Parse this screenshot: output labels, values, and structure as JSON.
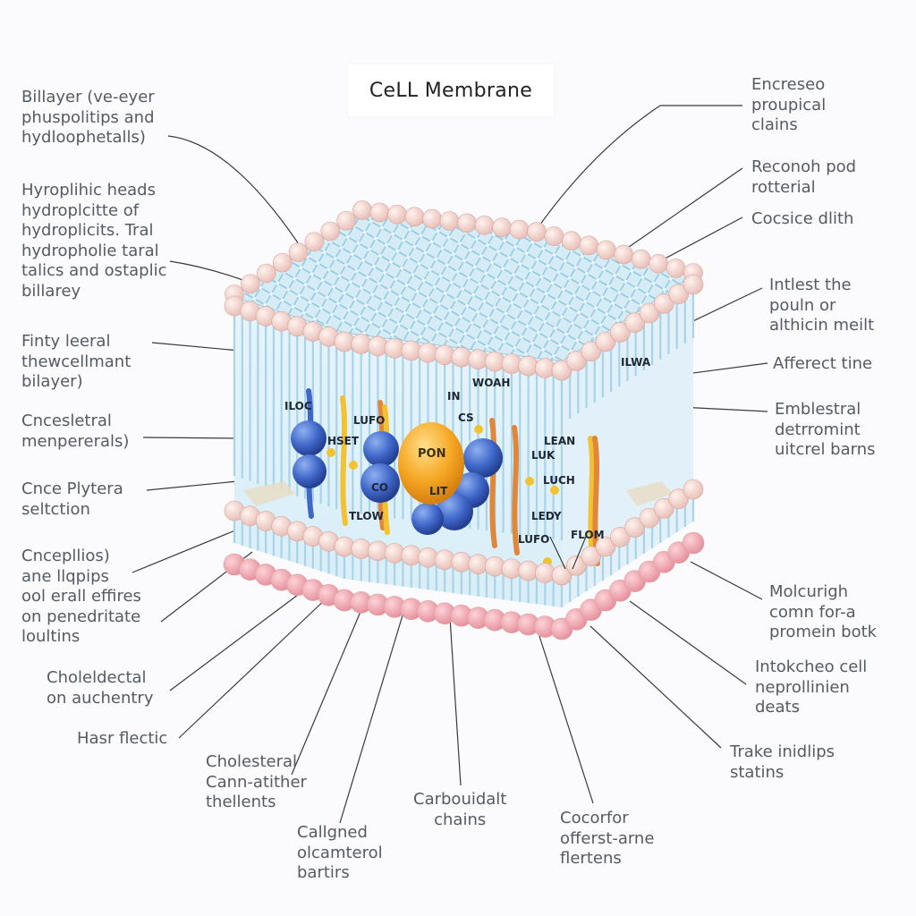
{
  "title": "CeLL Membrane",
  "colors": {
    "background": "#fbfbfd",
    "head_upper": "#f2d2cc",
    "head_lower": "#f0a9b3",
    "tail": "#bfe1f0",
    "protein_blue": "#3f66c8",
    "protein_orange": "#f5a623",
    "cholesterol_yellow": "#f2c230",
    "filament_orange": "#e0873a",
    "leader": "#3a3a3a"
  },
  "left_labels": [
    {
      "id": "l1",
      "lines": [
        "Billayer (ve-eyer",
        "phuspolitips and",
        "hydloophetalls)"
      ]
    },
    {
      "id": "l2",
      "lines": [
        "Hyroplihic heads",
        "hydroplcitte of",
        "hydroplicits. Tral",
        "hydropholie taral",
        "talics and ostaplic",
        "billarey"
      ]
    },
    {
      "id": "l3",
      "lines": [
        "Finty leeral",
        "thewcellmant",
        "bilayer)"
      ]
    },
    {
      "id": "l4",
      "lines": [
        "Cncesletral",
        "menpererals)"
      ]
    },
    {
      "id": "l5",
      "lines": [
        "Cnce Plytera",
        "seltction"
      ]
    },
    {
      "id": "l6",
      "lines": [
        "Cncepllios)",
        "ane llqpips",
        "ool erall effires",
        "on penedritate",
        "loultins"
      ]
    },
    {
      "id": "l7",
      "lines": [
        "Choleldectal",
        "on auchentry"
      ]
    },
    {
      "id": "l8",
      "lines": [
        "Hasr flectic"
      ]
    }
  ],
  "bottom_labels": [
    {
      "id": "b1",
      "lines": [
        "Cholesteral",
        "Cann-atither",
        "thellents"
      ]
    },
    {
      "id": "b2",
      "lines": [
        "Callgned",
        "olcamterol",
        "bartirs"
      ]
    },
    {
      "id": "b3",
      "lines": [
        "Carbouidalt",
        "chains"
      ]
    },
    {
      "id": "b4",
      "lines": [
        "Cocorfor",
        "offerst-arne",
        "flertens"
      ]
    }
  ],
  "right_labels": [
    {
      "id": "r1",
      "lines": [
        "Encreseo",
        "proupical",
        "clains"
      ]
    },
    {
      "id": "r2",
      "lines": [
        "Reconoh pod",
        "rotterial"
      ]
    },
    {
      "id": "r3",
      "lines": [
        "Cocsice dlith"
      ]
    },
    {
      "id": "r4",
      "lines": [
        "Intlest the",
        "pouln or",
        "althicin meilt"
      ]
    },
    {
      "id": "r5",
      "lines": [
        "Afferect tine"
      ]
    },
    {
      "id": "r6",
      "lines": [
        "Emblestral",
        "detrromint",
        "uitcrel barns"
      ]
    },
    {
      "id": "r7",
      "lines": [
        "Molcurigh",
        "comn for-a",
        "promein botk"
      ]
    },
    {
      "id": "r8",
      "lines": [
        "Intokcheo cell",
        "neprollinien",
        "deats"
      ]
    },
    {
      "id": "r9",
      "lines": [
        "Trake inidlips",
        "statins"
      ]
    }
  ],
  "inner_labels": {
    "lloc": "ILOC",
    "lufo": "LUFO",
    "in": "IN",
    "woah": "WOAH",
    "cs": "CS",
    "llwa": "ILWA",
    "hset": "HSET",
    "pon": "PON",
    "lean": "LEAN",
    "luk": "LUK",
    "co": "CO",
    "lit": "LIT",
    "luch": "LUCH",
    "tlow": "TLOW",
    "ledy": "LEDY",
    "lufo2": "LUFO",
    "flom": "FLOM"
  }
}
